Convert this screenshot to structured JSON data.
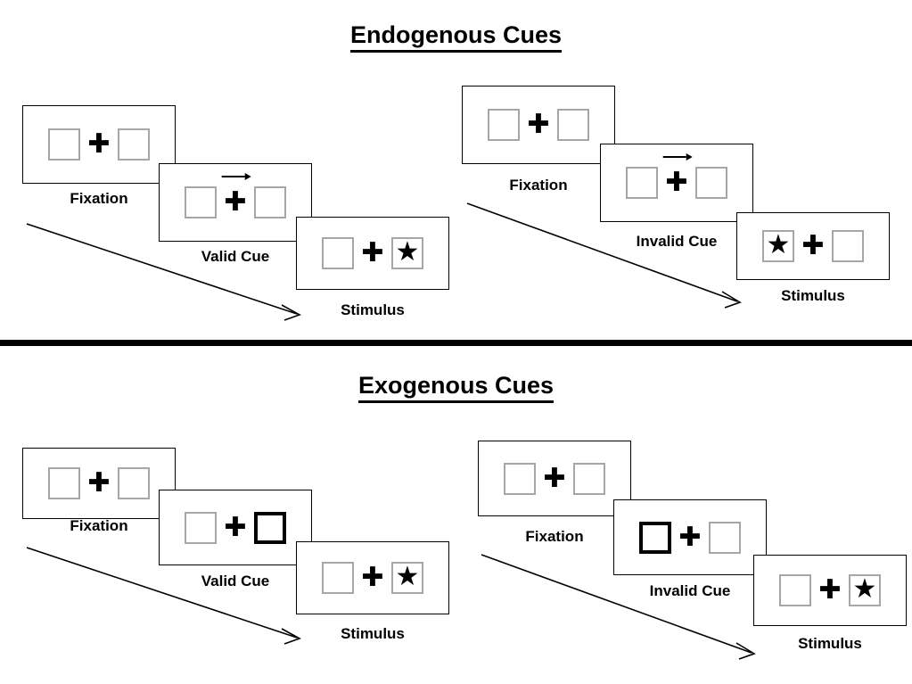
{
  "sections": [
    {
      "id": "endogenous",
      "title": "Endogenous Cues",
      "groups": [
        {
          "id": "endogenous-valid",
          "cue_type": "arrow",
          "panels": [
            {
              "stage": "Fixation",
              "label": "Fixation",
              "left_box": "empty",
              "right_box": "empty",
              "cue": "none"
            },
            {
              "stage": "Cue",
              "label": "Valid Cue",
              "left_box": "empty",
              "right_box": "empty",
              "cue": "arrow-right"
            },
            {
              "stage": "Stimulus",
              "label": "Stimulus",
              "left_box": "empty",
              "right_box": "star",
              "cue": "none"
            }
          ]
        },
        {
          "id": "endogenous-invalid",
          "cue_type": "arrow",
          "panels": [
            {
              "stage": "Fixation",
              "label": "Fixation",
              "left_box": "empty",
              "right_box": "empty",
              "cue": "none"
            },
            {
              "stage": "Cue",
              "label": "Invalid Cue",
              "left_box": "empty",
              "right_box": "empty",
              "cue": "arrow-right"
            },
            {
              "stage": "Stimulus",
              "label": "Stimulus",
              "left_box": "star",
              "right_box": "empty",
              "cue": "none"
            }
          ]
        }
      ]
    },
    {
      "id": "exogenous",
      "title": "Exogenous Cues",
      "groups": [
        {
          "id": "exogenous-valid",
          "cue_type": "flash",
          "panels": [
            {
              "stage": "Fixation",
              "label": "Fixation",
              "left_box": "empty",
              "right_box": "empty",
              "cue": "none"
            },
            {
              "stage": "Cue",
              "label": "Valid Cue",
              "left_box": "empty",
              "right_box": "flash",
              "cue": "none"
            },
            {
              "stage": "Stimulus",
              "label": "Stimulus",
              "left_box": "empty",
              "right_box": "star",
              "cue": "none"
            }
          ]
        },
        {
          "id": "exogenous-invalid",
          "cue_type": "flash",
          "panels": [
            {
              "stage": "Fixation",
              "label": "Fixation",
              "left_box": "empty",
              "right_box": "empty",
              "cue": "none"
            },
            {
              "stage": "Cue",
              "label": "Invalid Cue",
              "left_box": "flash",
              "right_box": "empty",
              "cue": "none"
            },
            {
              "stage": "Stimulus",
              "label": "Stimulus",
              "left_box": "empty",
              "right_box": "star",
              "cue": "none"
            }
          ]
        }
      ]
    }
  ],
  "glyphs": {
    "fixation_cross": "✚",
    "star": "★"
  },
  "colors": {
    "box_outline": "#a6a6a6",
    "flash_outline": "#000000",
    "panel_outline": "#000000",
    "text": "#000000",
    "divider": "#000000",
    "background": "#ffffff"
  },
  "labels": {
    "endogenous_title": "Endogenous Cues",
    "exogenous_title": "Exogenous Cues",
    "fixation": "Fixation",
    "valid_cue": "Valid Cue",
    "invalid_cue": "Invalid Cue",
    "stimulus": "Stimulus"
  }
}
